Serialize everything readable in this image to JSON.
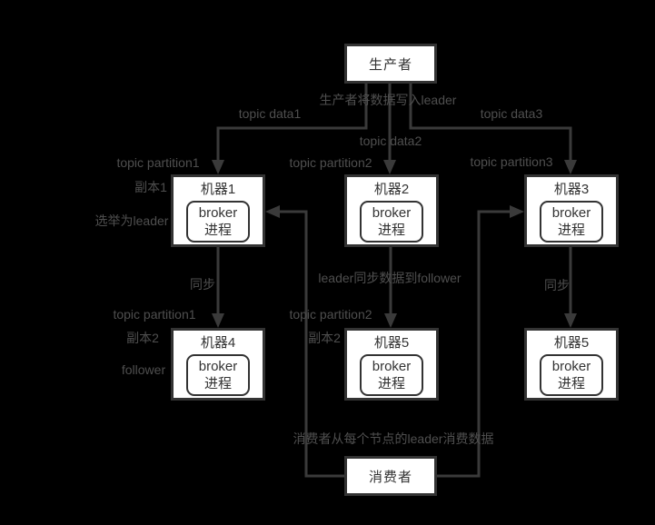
{
  "colors": {
    "background": "#000000",
    "box_fill": "#ffffff",
    "box_border": "#333333",
    "connector_line": "#3a3a3a",
    "label_text": "#4f4f4f",
    "box_text": "#333333"
  },
  "producer": {
    "label": "生产者"
  },
  "consumer": {
    "label": "消费者"
  },
  "broker": {
    "line1": "broker",
    "line2": "进程"
  },
  "machines": [
    {
      "title": "机器1"
    },
    {
      "title": "机器2"
    },
    {
      "title": "机器3"
    },
    {
      "title": "机器4"
    },
    {
      "title": "机器5"
    },
    {
      "title": "机器5"
    }
  ],
  "annotations": {
    "write_note": "生产者将数据写入leader",
    "topic_data1": "topic data1",
    "topic_data2": "topic data2",
    "topic_data3": "topic data3",
    "topic_partition1_top": "topic partition1",
    "topic_partition2_top": "topic partition2",
    "topic_partition3_top": "topic partition3",
    "replica1": "副本1",
    "elected_leader": "选举为leader",
    "sync_left": "同步",
    "leader_sync_note": "leader同步数据到follower",
    "sync_right": "同步",
    "topic_partition1_bottom": "topic partition1",
    "topic_partition2_bottom": "topic partition2",
    "replica2_left": "副本2",
    "follower_note": "follower",
    "replica2_middle": "副本2",
    "consume_note": "消费者从每个节点的leader消费数据"
  }
}
